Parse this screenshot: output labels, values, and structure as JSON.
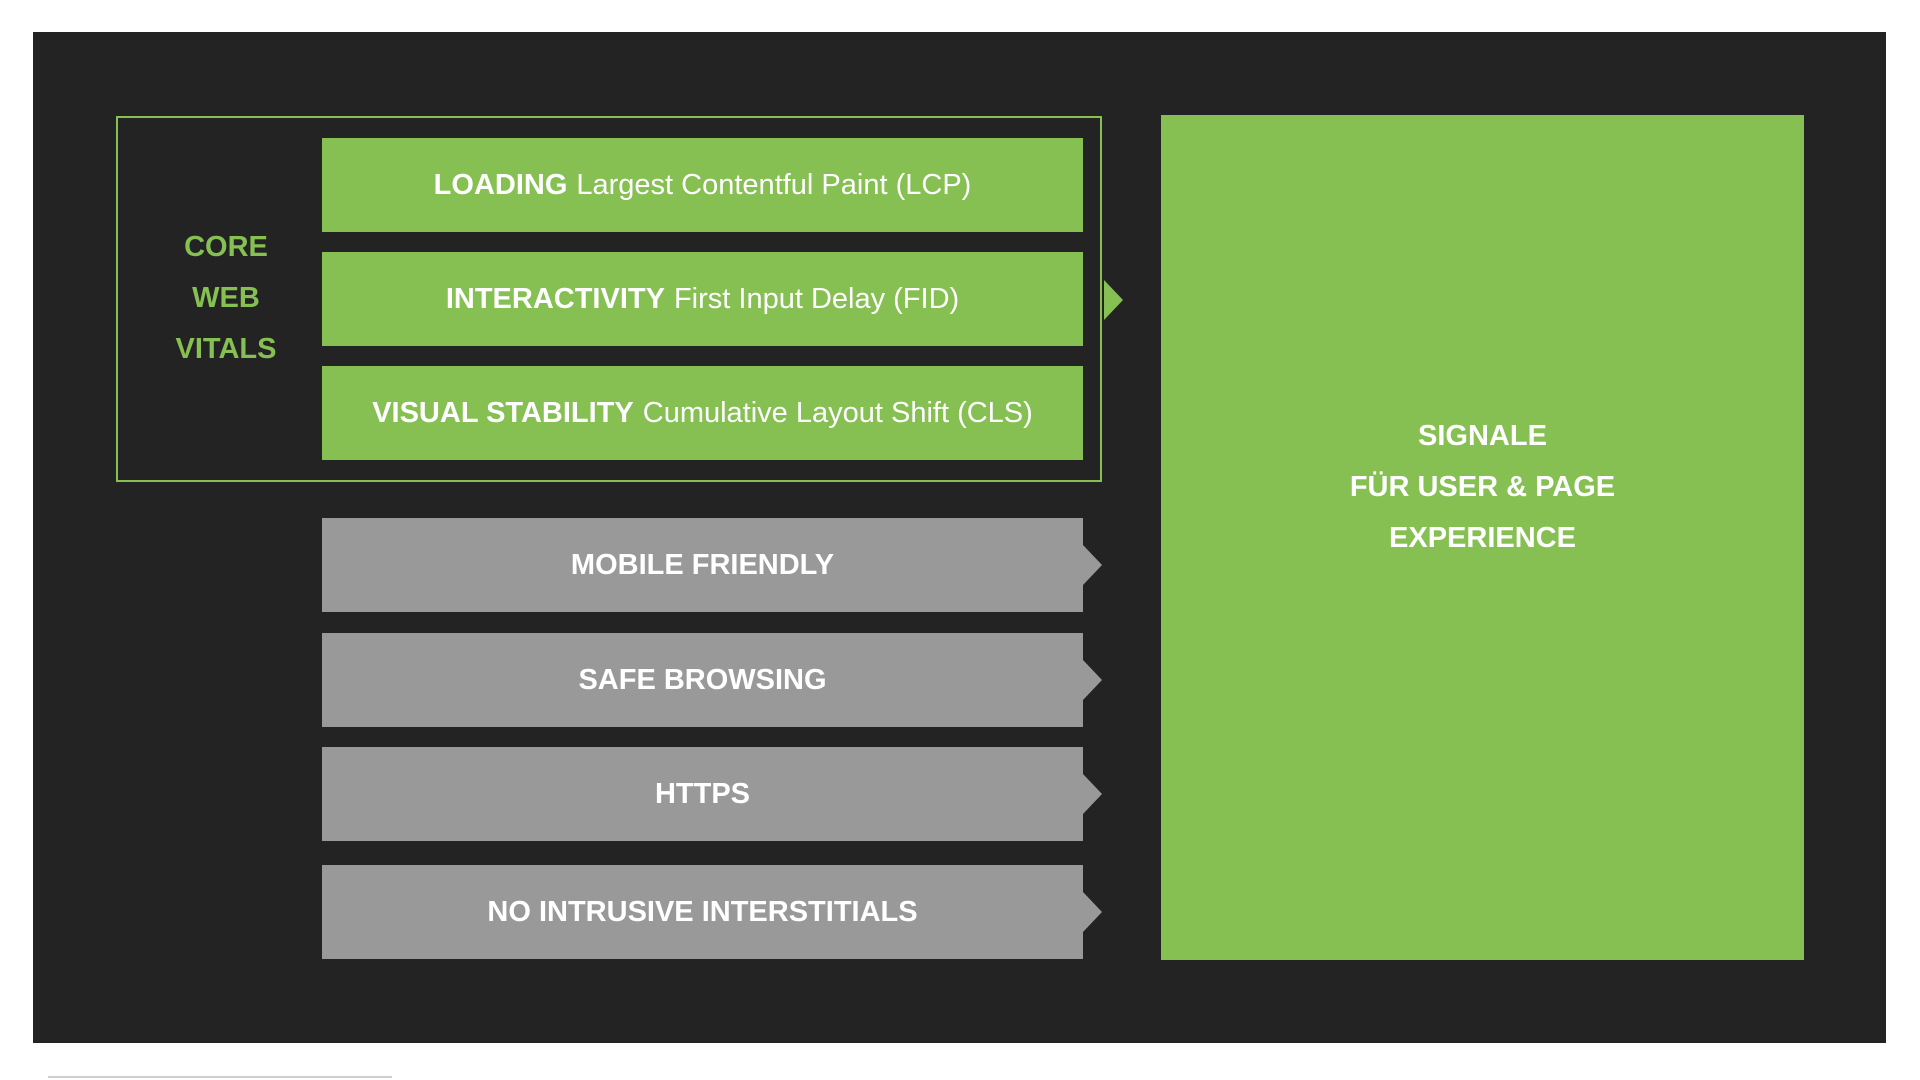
{
  "core_web_vitals": {
    "label_lines": [
      "CORE",
      "WEB",
      "VITALS"
    ],
    "metrics": [
      {
        "category": "LOADING",
        "metric": "Largest Contentful Paint (LCP)"
      },
      {
        "category": "INTERACTIVITY",
        "metric": "First Input Delay (FID)"
      },
      {
        "category": "VISUAL STABILITY",
        "metric": "Cumulative Layout Shift (CLS)"
      }
    ]
  },
  "other_signals": [
    "MOBILE FRIENDLY",
    "SAFE BROWSING",
    "HTTPS",
    "NO INTRUSIVE INTERSTITIALS"
  ],
  "result": {
    "lines": [
      "SIGNALE",
      "FÜR USER & PAGE",
      "EXPERIENCE"
    ]
  },
  "colors": {
    "accent_green": "#86c052",
    "signal_gray": "#999999",
    "background": "#232323"
  }
}
